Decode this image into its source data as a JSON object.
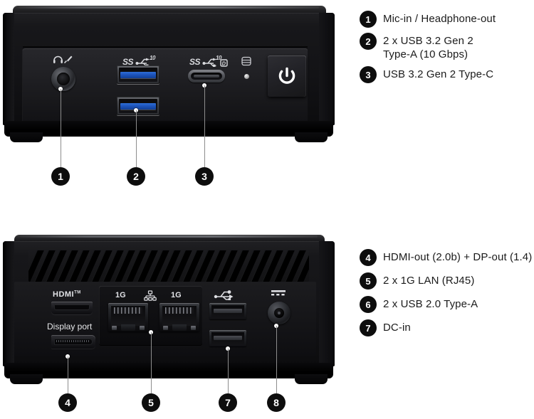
{
  "figure": {
    "title": "Mini PC front and rear I/O port diagram"
  },
  "front_panel": {
    "name": "front-panel",
    "silkscreen": {
      "audio_icon": "headphone-mic-icon",
      "usb_a_label": "SS",
      "usb_a_speed": "10",
      "usb_c_label": "SS",
      "usb_c_speed": "10",
      "usb_c_dp_mark": "D",
      "hdd_icon": "hard-drive-icon",
      "power_icon": "power-icon"
    },
    "callouts": [
      {
        "number": "1",
        "target": "audio-jack"
      },
      {
        "number": "2",
        "target": "usb-a-ports"
      },
      {
        "number": "3",
        "target": "usb-c-port"
      }
    ]
  },
  "rear_panel": {
    "name": "rear-panel",
    "silkscreen": {
      "hdmi_label": "HDMI",
      "hdmi_tm": "TM",
      "displayport_label": "Display port",
      "lan_left_speed": "1G",
      "lan_right_speed": "1G",
      "lan_icon": "network-icon",
      "usb_icon": "usb-icon",
      "dc_icon": "dc-power-icon"
    },
    "callouts": [
      {
        "number": "4",
        "target": "display-ports"
      },
      {
        "number": "5",
        "target": "lan-ports"
      },
      {
        "number": "7",
        "target": "usb2-ports"
      },
      {
        "number": "8",
        "target": "dc-in-jack"
      }
    ]
  },
  "legend_front": {
    "items": [
      {
        "number": "1",
        "label": "Mic-in / Headphone-out"
      },
      {
        "number": "2",
        "label": "2 x USB 3.2 Gen 2\nType-A (10 Gbps)"
      },
      {
        "number": "3",
        "label": "USB 3.2 Gen 2 Type-C"
      }
    ]
  },
  "legend_rear": {
    "items": [
      {
        "number": "4",
        "label": "HDMI-out (2.0b) + DP-out (1.4)"
      },
      {
        "number": "5",
        "label": "2 x 1G LAN (RJ45)"
      },
      {
        "number": "6",
        "label": "2 x USB 2.0 Type-A"
      },
      {
        "number": "7",
        "label": "DC-in"
      }
    ]
  },
  "colors": {
    "badge_bg": "#0d0d0d",
    "badge_text": "#ffffff",
    "text": "#1b1b1b",
    "chassis_black": "#131316",
    "usb3_blue": "#1d54bb",
    "leader_line": "#8d8d8d",
    "page_bg": "#ffffff"
  }
}
